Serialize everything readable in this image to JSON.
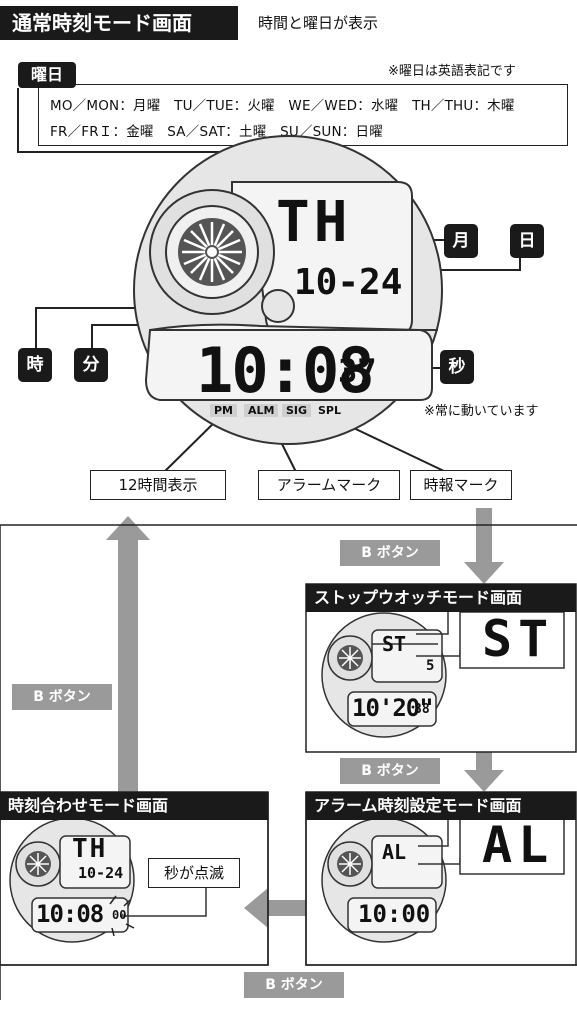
{
  "title": "通常時刻モード画面",
  "title_desc": "時間と曜日が表示",
  "weekday": {
    "tag": "曜日",
    "note": "※曜日は英語表記です",
    "line1": "MO／MON：月曜　TU／TUE：火曜　WE／WED：水曜　TH／THU：木曜",
    "line2": "FR／FRＩ：金曜　SA／SAT：土曜　SU／SUN：日曜"
  },
  "main_watch": {
    "day_text": "TH",
    "date_text": "10-24",
    "time_text": "10:08",
    "seconds_text": "37",
    "indicators": {
      "pm": "PM",
      "alm": "ALM",
      "sig": "SIG",
      "spl": "SPL"
    }
  },
  "tags": {
    "month": "月",
    "day": "日",
    "hour": "時",
    "minute": "分",
    "second": "秒"
  },
  "seconds_note": "※常に動いています",
  "labels": {
    "hour12": "12時間表示",
    "alarm_mark": "アラームマーク",
    "signal_mark": "時報マーク"
  },
  "button_label": "B ボタン",
  "modes": {
    "stopwatch": {
      "title": "ストップウオッチモード画面",
      "code": "ST",
      "lap": "5",
      "time": "10'20\"",
      "sub": "88"
    },
    "alarm": {
      "title": "アラーム時刻設定モード画面",
      "code": "AL",
      "time": "10:00"
    },
    "timeset": {
      "title": "時刻合わせモード画面",
      "day": "TH",
      "date": "10-24",
      "time": "10:08",
      "sec": "00",
      "blink_label": "秒が点滅"
    }
  },
  "colors": {
    "dark": "#1a1a1a",
    "arrow": "#9a9a9a",
    "watch_face": "#e2e2e2",
    "screen": "#f4f4f4"
  }
}
